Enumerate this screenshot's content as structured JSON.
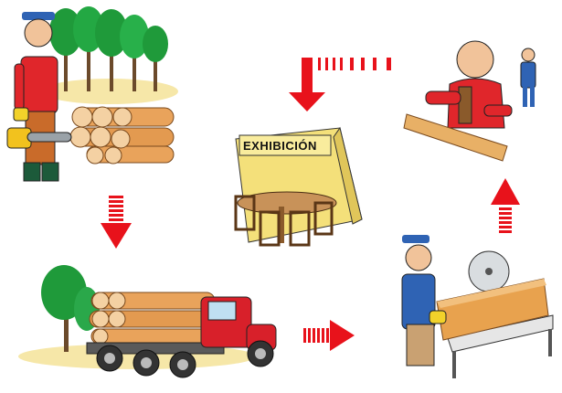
{
  "exhibition": {
    "sign_text": "EXHIBICIÓN"
  },
  "colors": {
    "arrow": "#e8121b",
    "tree": "#1f9a3a",
    "wood": "#e9a35b",
    "truck": "#d8202a",
    "shirt_red": "#e0262b",
    "cap_blue": "#2f63b4",
    "sand": "#f6e7a8",
    "sign_yellow": "#f4e07a"
  },
  "flow": [
    "lumberjack-with-logs",
    "log-truck",
    "sawmill-worker",
    "carpenter",
    "furniture-exhibition"
  ]
}
